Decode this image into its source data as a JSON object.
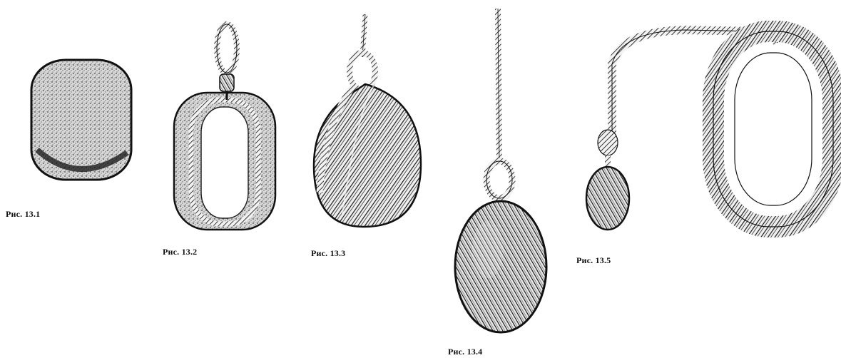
{
  "figures": [
    {
      "caption": "Рис. 13.1",
      "depicts": "fender-pad"
    },
    {
      "caption": "Рис. 13.2",
      "depicts": "rope-fender-with-loop"
    },
    {
      "caption": "Рис. 13.3",
      "depicts": "woven-fender-with-loop"
    },
    {
      "caption": "Рис. 13.4",
      "depicts": "heaving-line-knot"
    },
    {
      "caption": "Рис. 13.5",
      "depicts": "heaving-line-with-coil"
    }
  ],
  "colors": {
    "background": "#ffffff",
    "ink": "#1a1a1a",
    "paper_shade": "#f4f4f4"
  }
}
